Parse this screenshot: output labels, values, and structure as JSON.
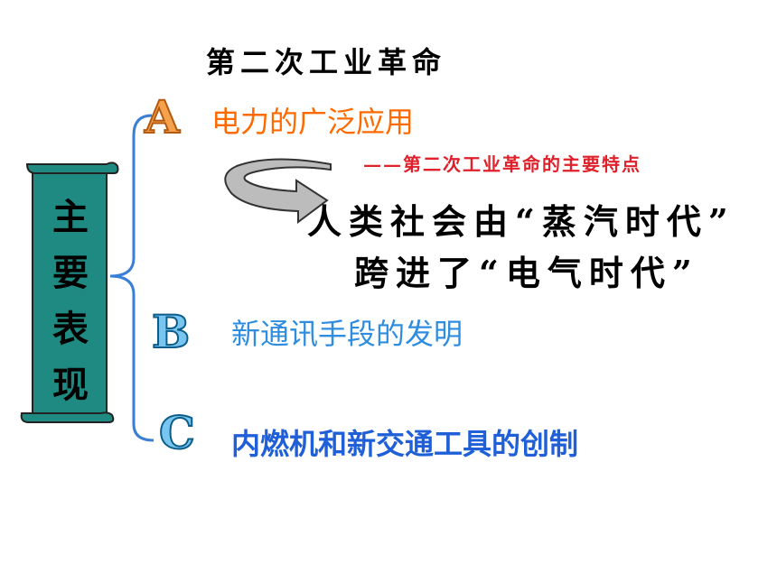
{
  "title": "第二次工业革命",
  "scroll_label": [
    "主",
    "要",
    "表",
    "现"
  ],
  "items": [
    {
      "letter": "A",
      "text": "电力的广泛应用"
    },
    {
      "letter": "B",
      "text": "新通讯手段的发明"
    },
    {
      "letter": "C",
      "text": "内燃机和新交通工具的创制"
    }
  ],
  "subtitle": "——第二次工业革命的主要特点",
  "quote_line1": "人类社会由“蒸汽时代”",
  "quote_line2": "跨进了“电气时代”",
  "colors": {
    "scroll": "#1f8a82",
    "brace": "#3a7fd6",
    "item_a": "#ff6a00",
    "item_b": "#2f8de0",
    "item_c": "#1f5fd8",
    "subtitle": "#e0202a"
  }
}
